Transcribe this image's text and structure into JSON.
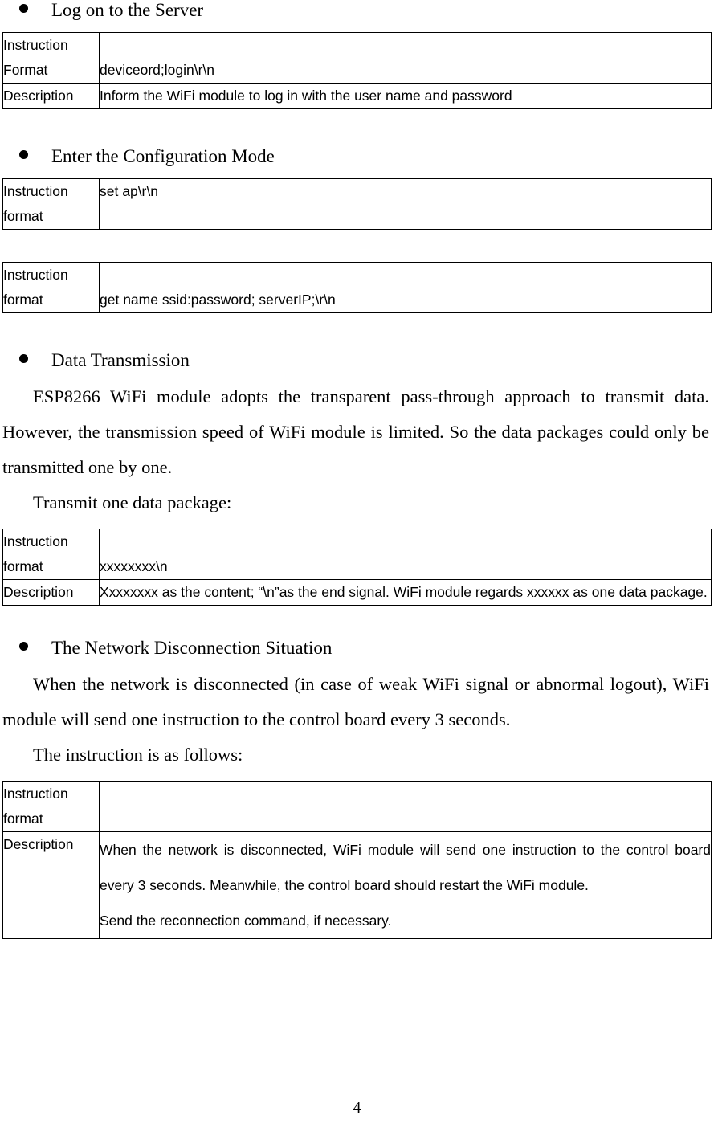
{
  "document": {
    "page_number": "4"
  },
  "sections": [
    {
      "heading": "Log on to the Server",
      "table": {
        "rows": [
          {
            "label": "Instruction Format",
            "label_line1": "Instruction",
            "label_line2": "Format",
            "value": "deviceord;login\\r\\n"
          },
          {
            "label": "Description",
            "value": "Inform the WiFi module to log in with the user name and password"
          }
        ]
      }
    },
    {
      "heading": "Enter the Configuration Mode",
      "table": {
        "rows": [
          {
            "label": "Instruction format",
            "label_line1": "Instruction",
            "label_line2": "format",
            "value": "set ap\\r\\n"
          }
        ]
      }
    },
    {
      "heading": "",
      "table": {
        "rows": [
          {
            "label": "Instruction format",
            "label_line1": "Instruction",
            "label_line2": "format",
            "value": "get name ssid:password; serverIP;\\r\\n"
          }
        ]
      }
    },
    {
      "heading": "Data Transmission",
      "paragraphs": [
        "ESP8266 WiFi module adopts the transparent pass-through approach to transmit data. However, the transmission speed of WiFi module is limited. So the data packages could only be transmitted one by one.",
        "Transmit one data package:"
      ],
      "table": {
        "rows": [
          {
            "label": "Instruction format",
            "label_line1": "Instruction",
            "label_line2": "format",
            "value": "xxxxxxxx\\n"
          },
          {
            "label": "Description",
            "value": "Xxxxxxxx as the content; “\\n”as the end signal. WiFi module regards xxxxxx as one data package."
          }
        ]
      }
    },
    {
      "heading": "The Network Disconnection Situation",
      "paragraphs": [
        "When the network is disconnected (in case of weak WiFi signal or abnormal logout), WiFi module will send one instruction to the control board every 3 seconds.",
        "The instruction is as follows:"
      ],
      "table": {
        "rows": [
          {
            "label": "Instruction format",
            "label_line1": "Instruction",
            "label_line2": "format",
            "value": ""
          },
          {
            "label": "Description",
            "value_line1": "When the network is disconnected, WiFi module will send one instruction to the control board every 3 seconds. Meanwhile, the control board should restart the WiFi module.",
            "value_line2": "Send the reconnection command, if necessary."
          }
        ]
      }
    }
  ]
}
